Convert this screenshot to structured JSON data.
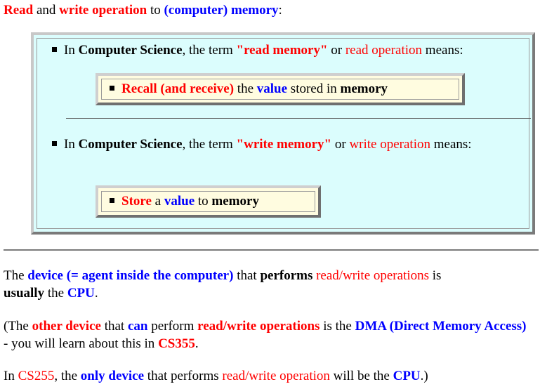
{
  "heading": {
    "w1": "Read",
    "w2": " and ",
    "w3": "write operation",
    "w4": " to ",
    "w5": "(computer) memory",
    "w6": ":"
  },
  "box": {
    "read": {
      "p1": "In ",
      "p2": "Computer Science",
      "p3": ", the term ",
      "p4": "\"read memory\"",
      "p5": " or ",
      "p6": "read operation",
      "p7": " means:",
      "def": {
        "d1": "Recall (and receive)",
        "d2": " the ",
        "d3": "value",
        "d4": " stored in ",
        "d5": "memory"
      }
    },
    "write": {
      "p1": "In ",
      "p2": "Computer Science",
      "p3": ", the term ",
      "p4": "\"write memory\"",
      "p5": " or ",
      "p6": "write operation",
      "p7": " means:",
      "def": {
        "d1": "Store",
        "d2": " a ",
        "d3": "value",
        "d4": " to ",
        "d5": "memory"
      }
    }
  },
  "para1": {
    "a": "The ",
    "b": "device (= agent inside the computer)",
    "c": " that ",
    "d": "performs",
    "e": " ",
    "f": "read/write operations",
    "g": " is ",
    "h": "usually",
    "i": " the ",
    "j": "CPU",
    "k": "."
  },
  "para2": {
    "a": "(The ",
    "b": "other device",
    "c": " that ",
    "d": "can",
    "e": " perform ",
    "f": "read/write operations",
    "g": " is the ",
    "h": "DMA (Direct Memory Access)",
    "i": " - you will learn about this in ",
    "j": "CS355",
    "k": "."
  },
  "para3": {
    "a": "In ",
    "b": "CS255",
    "c": ", the ",
    "d": "only device",
    "e": " that performs ",
    "f": "read/write operation",
    "g": " will be the ",
    "h": "CPU",
    "i": ".)"
  }
}
